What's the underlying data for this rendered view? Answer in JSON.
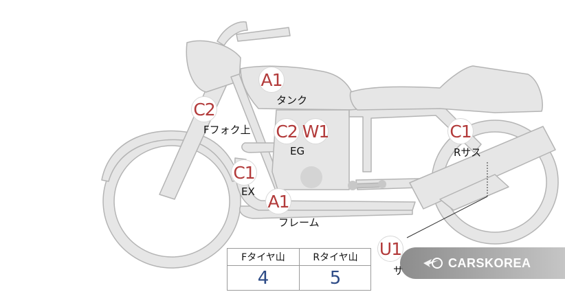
{
  "markers": {
    "tank": "A1",
    "front_fork_upper": "C2",
    "engine_c": "C2",
    "engine_w": "W1",
    "exhaust": "C1",
    "frame": "A1",
    "rear_suspension": "C1",
    "unknown_part": "U1"
  },
  "labels": {
    "tank": "タンク",
    "front_fork_upper": "Fフォク上",
    "engine": "EG",
    "exhaust": "EX",
    "frame": "フレーム",
    "rear_suspension": "Rサス",
    "partial": "サ"
  },
  "grade_table": {
    "front_header": "Fタイヤ山",
    "rear_header": "Rタイヤ山",
    "front_value": "4",
    "rear_value": "5"
  },
  "watermark": {
    "text": "CARSKOREA"
  },
  "colors": {
    "bike_fill": "#e6e6e6",
    "bike_stroke": "#b4b4b4",
    "marker_text": "#b23a3a",
    "value_text": "#2c4a86"
  }
}
